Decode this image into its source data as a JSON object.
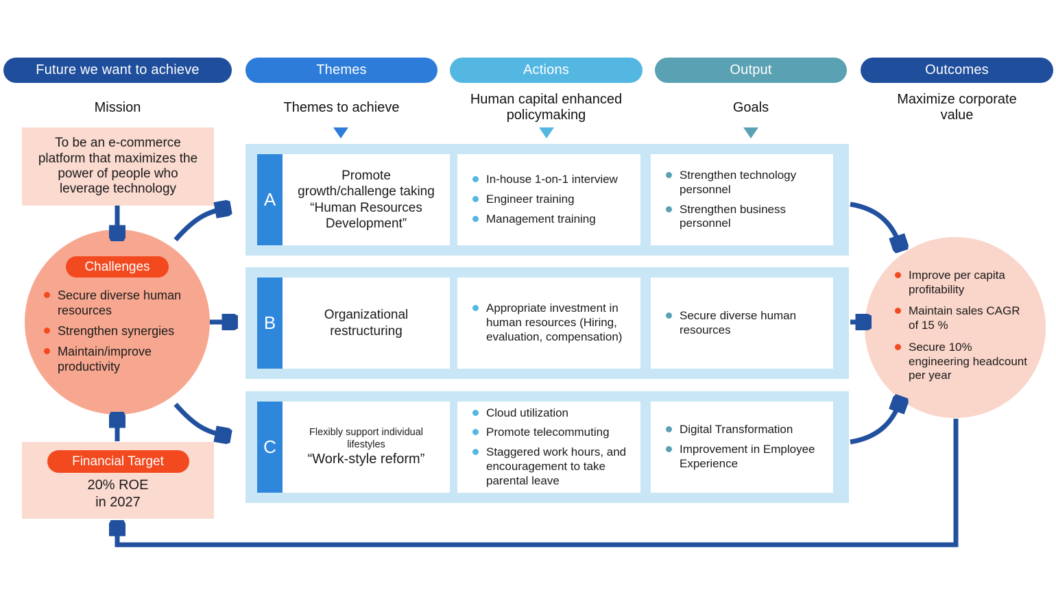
{
  "columns": [
    {
      "pill": "Future we want to achieve",
      "subtitle": "Mission"
    },
    {
      "pill": "Themes",
      "subtitle": "Themes to achieve"
    },
    {
      "pill": "Actions",
      "subtitle": "Human capital enhanced policymaking"
    },
    {
      "pill": "Output",
      "subtitle": "Goals"
    },
    {
      "pill": "Outcomes",
      "subtitle": "Maximize corporate value"
    }
  ],
  "mission": {
    "text": "To be an e-commerce platform that maximizes the power of people who leverage technology"
  },
  "challenges": {
    "label": "Challenges",
    "items": [
      "Secure diverse human resources",
      "Strengthen synergies",
      "Maintain/improve productivity"
    ]
  },
  "financial_target": {
    "label": "Financial Target",
    "line1": "20% ROE",
    "line2": "in 2027"
  },
  "rows": [
    {
      "tab": "A",
      "theme_main": "Promote growth/challenge taking",
      "theme_quote": "“Human Resources Development”",
      "actions": [
        "In-house 1-on-1 interview",
        "Engineer training",
        "Management training"
      ],
      "outputs": [
        "Strengthen technology personnel",
        "Strengthen business personnel"
      ]
    },
    {
      "tab": "B",
      "theme_main": "Organizational restructuring",
      "theme_quote": "",
      "actions": [
        "Appropriate investment in human resources (Hiring, evaluation, compensation)"
      ],
      "outputs": [
        "Secure diverse human resources"
      ]
    },
    {
      "tab": "C",
      "theme_main": "Flexibly support individual lifestyles",
      "theme_quote": "“Work-style reform”",
      "actions": [
        "Cloud utilization",
        "Promote telecommuting",
        "Staggered work hours, and encouragement to take parental leave"
      ],
      "outputs": [
        "Digital Transformation",
        "Improvement in Employee Experience"
      ]
    }
  ],
  "outcomes": {
    "items": [
      "Improve per capita profitability",
      "Maintain sales CAGR of 15 %",
      "Secure 10% engineering headcount per year"
    ]
  },
  "colors": {
    "navy": "#1F4E9C",
    "themes_blue": "#2D7CD9",
    "actions_blue": "#54B7E2",
    "output_teal": "#5AA1B3",
    "tab_blue": "#2F87DC",
    "row_band": "#C8E6F5",
    "challenge_circle": "#F7A78F",
    "mission_box": "#FBDAD0",
    "outcome_circle": "#FAD5C9",
    "accent_orange": "#F2491F",
    "arrow_navy": "#21509F"
  }
}
